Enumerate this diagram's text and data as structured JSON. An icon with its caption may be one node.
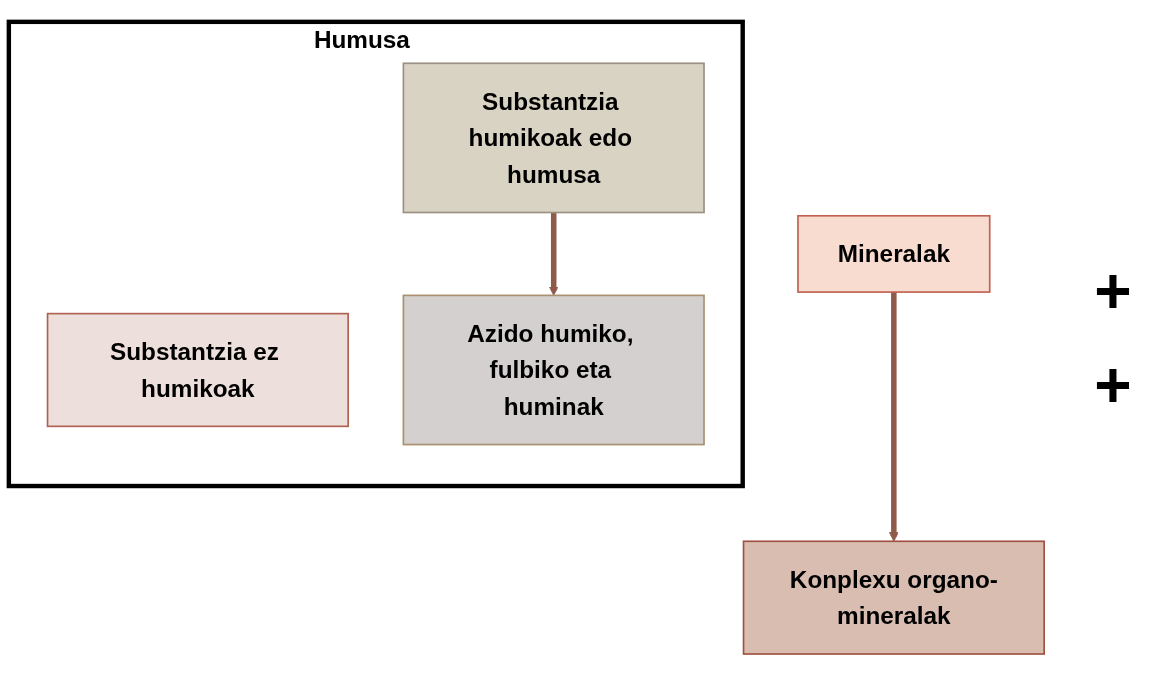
{
  "diagram": {
    "nodes": [
      {
        "text": [
          "Humusa"
        ]
      },
      {
        "text": [
          "Substantzia ez humikoak"
        ],
        "in": 0
      },
      {
        "text": [
          "Substantzia humikoak edo humusa"
        ],
        "in": 0
      },
      {
        "text": [
          "Azido humiko, fulbiko eta huminak"
        ],
        "in": 0
      },
      {
        "text": [
          "Mineralak"
        ]
      },
      {
        "text": [
          "Konplexu organo-mineralak"
        ]
      }
    ],
    "edges": [
      {
        "from": 2,
        "to": 3,
        "arrow": "to"
      },
      {
        "from": 4,
        "to": 5,
        "arrow": "to"
      }
    ],
    "labels": [
      "+",
      "+"
    ]
  }
}
